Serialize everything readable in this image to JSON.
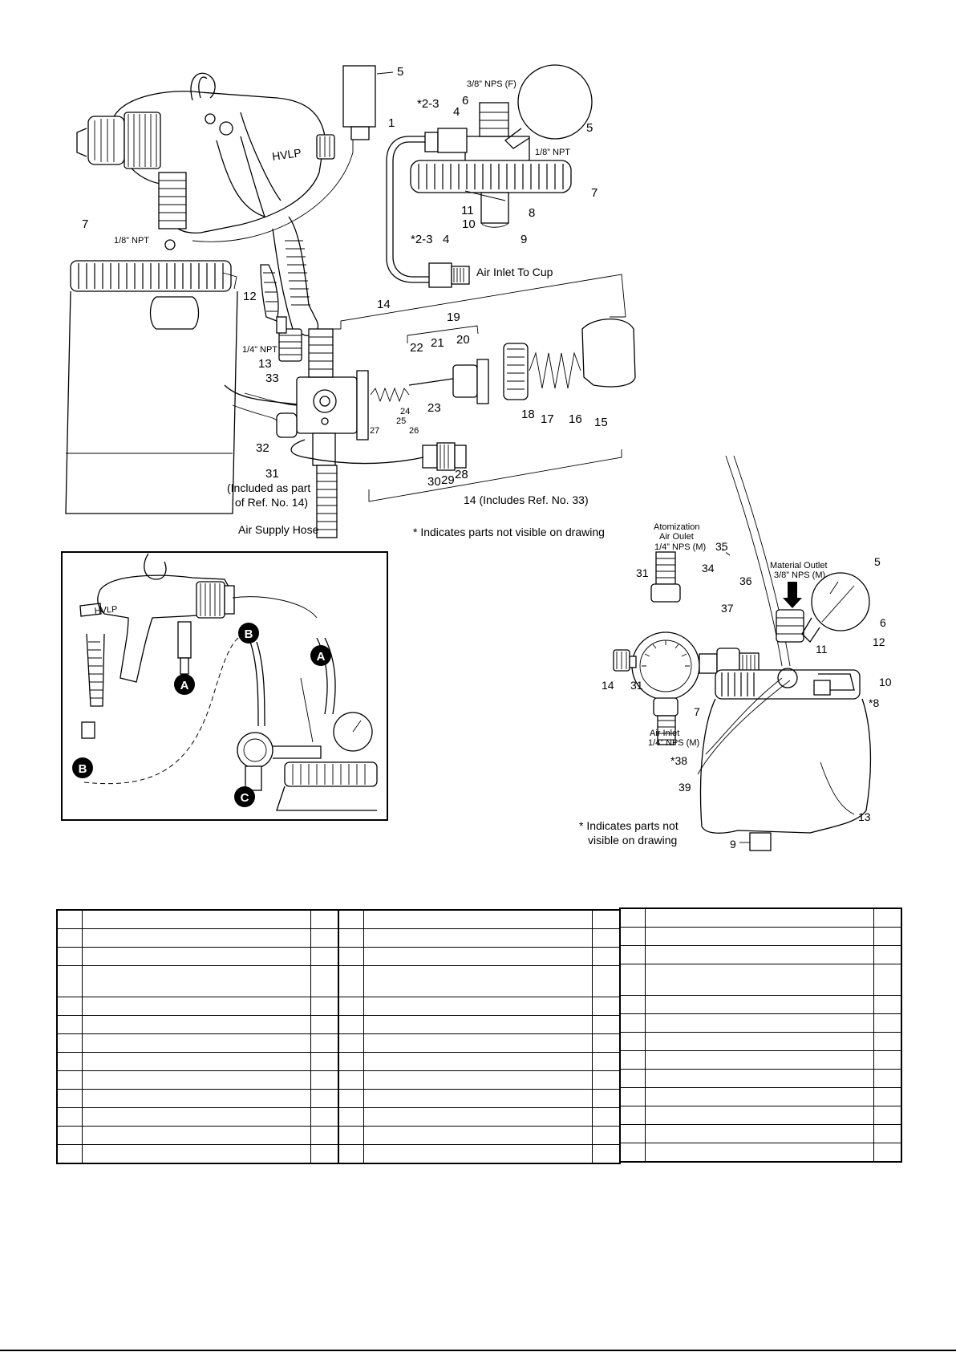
{
  "diagram": {
    "gun_labels": {
      "n1": "1",
      "n2_3_top": "*2-3",
      "n4_top": "4",
      "n5_top": "5",
      "n6": "6",
      "n5_right": "5",
      "n7_right": "7",
      "n8": "8",
      "n9": "9",
      "n10": "10",
      "n11": "11",
      "n2_3_bot": "*2-3",
      "n4_bot": "4",
      "n7_left": "7",
      "n12": "12",
      "n13": "13",
      "n14": "14",
      "n15": "15",
      "n16": "16",
      "n17": "17",
      "n18": "18",
      "n19": "19",
      "n20": "20",
      "n21": "21",
      "n22": "22",
      "n23": "23",
      "n24": "24",
      "n25": "25",
      "n26": "26",
      "n27": "27",
      "n28": "28",
      "n29": "29",
      "n30": "30",
      "n31": "31",
      "n32": "32",
      "n33": "33",
      "npt_38_f": "3/8” NPS (F)",
      "npt_18_right": "1/8” NPT",
      "npt_18_left": "1/8” NPT",
      "npt_14": "1/4” NPT",
      "hvlp": "HVLP",
      "air_inlet_cup": "Air Inlet To Cup",
      "included_1": "(Included as part",
      "included_2": "of Ref. No. 14)",
      "includes_33": "14 (Includes Ref. No. 33)",
      "air_supply_hose": "Air Supply Hose",
      "not_visible": "* Indicates parts not visible on drawing"
    },
    "hookup_labels": {
      "a1": "A",
      "a2": "A",
      "b1": "B",
      "b2": "B",
      "c": "C",
      "hvlp": "HVLP"
    },
    "pot_labels": {
      "atom_1": "Atomization",
      "atom_2": "Air Oulet",
      "atom_3": "1/4” NPS (M)",
      "n35": "35",
      "n31_top": "31",
      "n34": "34",
      "n36": "36",
      "mat_1": "Material Outlet",
      "mat_2": "3/8” NPS (M)",
      "n5": "5",
      "n37": "37",
      "n6": "6",
      "n11": "11",
      "n12": "12",
      "n10": "10",
      "n8": "*8",
      "n14": "14",
      "n31_bot": "31",
      "n7": "7",
      "inlet_1": "Air Inlet",
      "inlet_2": "1/4” NPS (M)",
      "n38": "*38",
      "n39": "39",
      "n13": "13",
      "n9": "9",
      "not_visible_1": "* Indicates parts not",
      "not_visible_2": "visible on drawing"
    }
  },
  "parts_table": {
    "columns": 3,
    "rows_per_column": [
      13,
      13,
      13
    ],
    "tall_row_index": 3
  }
}
